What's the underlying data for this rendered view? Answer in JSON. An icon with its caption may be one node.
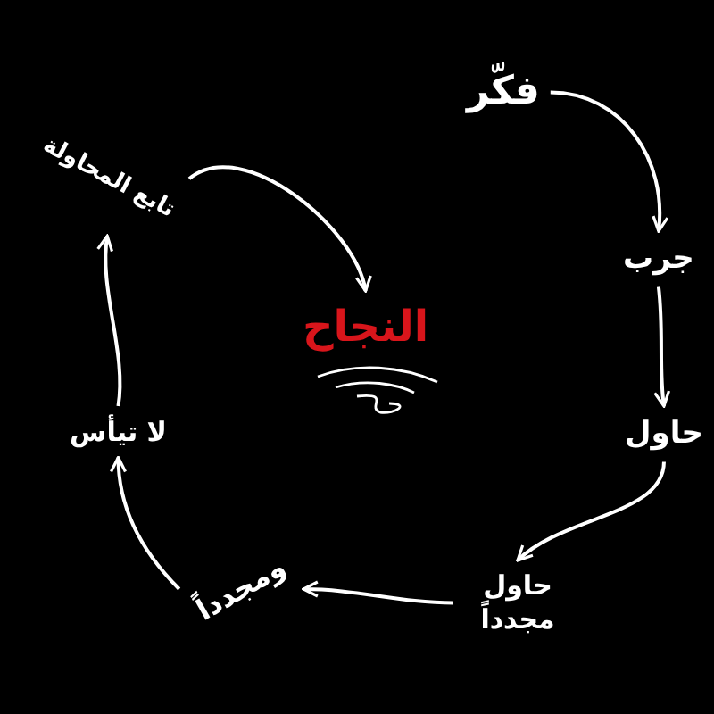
{
  "diagram": {
    "nodes": [
      {
        "text": [
          "فكّر"
        ]
      },
      {
        "text": [
          "جرب"
        ]
      },
      {
        "text": [
          "حاول"
        ]
      },
      {
        "text": [
          "حاول مجدداً"
        ]
      },
      {
        "text": [
          "ومجدداً"
        ]
      },
      {
        "text": [
          "لا تيأس"
        ]
      },
      {
        "text": [
          "تابع المحاولة"
        ]
      },
      {
        "text": [
          "النجاح"
        ]
      }
    ],
    "edges": [
      {
        "from": 0,
        "to": 1,
        "arrow": "to"
      },
      {
        "from": 1,
        "to": 2,
        "arrow": "to"
      },
      {
        "from": 2,
        "to": 3,
        "arrow": "to"
      },
      {
        "from": 3,
        "to": 4,
        "arrow": "to"
      },
      {
        "from": 4,
        "to": 5,
        "arrow": "to"
      },
      {
        "from": 5,
        "to": 6,
        "arrow": "to"
      },
      {
        "from": 6,
        "to": 7,
        "arrow": "to"
      }
    ]
  }
}
